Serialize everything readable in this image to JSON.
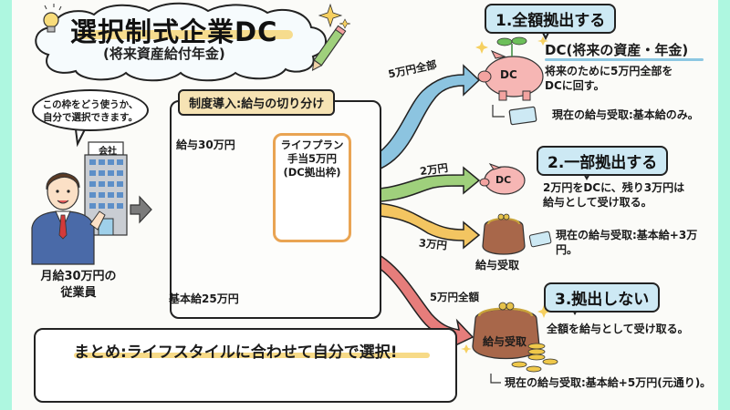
{
  "title": {
    "main": "選択制式企業DC",
    "sub": "(将来資産給付年金)"
  },
  "employee": {
    "speech": "この枠をどう使うか、自分で選択できます。",
    "speech_line1": "この枠をどう使うか、",
    "speech_line2": "自分で選択できます。",
    "company_sign": "会社",
    "label_line1": "月給30万円の",
    "label_line2": "従業員"
  },
  "panel": {
    "title": "制度導入:給与の切り分け",
    "salary_total": "給与30万円",
    "base_salary": "基本給25万円",
    "life_plan_line1": "ライフプラン",
    "life_plan_line2": "手当5万円",
    "life_plan_line3": "(DC拠出枠)"
  },
  "arrows": {
    "full": "5万円全部",
    "partial_dc": "2万円",
    "partial_pay": "3万円",
    "none": "5万円全額"
  },
  "colors": {
    "blue_arrow": "#8cc4e0",
    "green_arrow": "#9fd07c",
    "yellow_arrow": "#f3c561",
    "red_arrow": "#e67d7b",
    "bubble": "#cde9f4",
    "frame": "#aef7e0",
    "accent_orange": "#e9a453"
  },
  "options": [
    {
      "heading": "1.全額拠出する",
      "piggy_label": "DC",
      "subtitle": "DC(将来の資産・年金)",
      "desc_line1": "将来のために5万円全部を",
      "desc_line2": "DCに回す。",
      "current_pay": "現在の給与受取:基本給のみ。"
    },
    {
      "heading": "2.一部拠出する",
      "piggy_label": "DC",
      "desc_line1": "2万円をDCに、残り3万円は",
      "desc_line2": "給与として受け取る。",
      "purse_label": "給与受取",
      "current_pay": "現在の給与受取:基本給+3万円。"
    },
    {
      "heading": "3.拠出しない",
      "purse_label": "給与受取",
      "desc_line1": "全額を給与として受け取る。",
      "current_pay": "現在の給与受取:基本給+5万円(元通り)。"
    }
  ],
  "summary": {
    "text": "まとめ:ライフスタイルに合わせて自分で選択!"
  }
}
